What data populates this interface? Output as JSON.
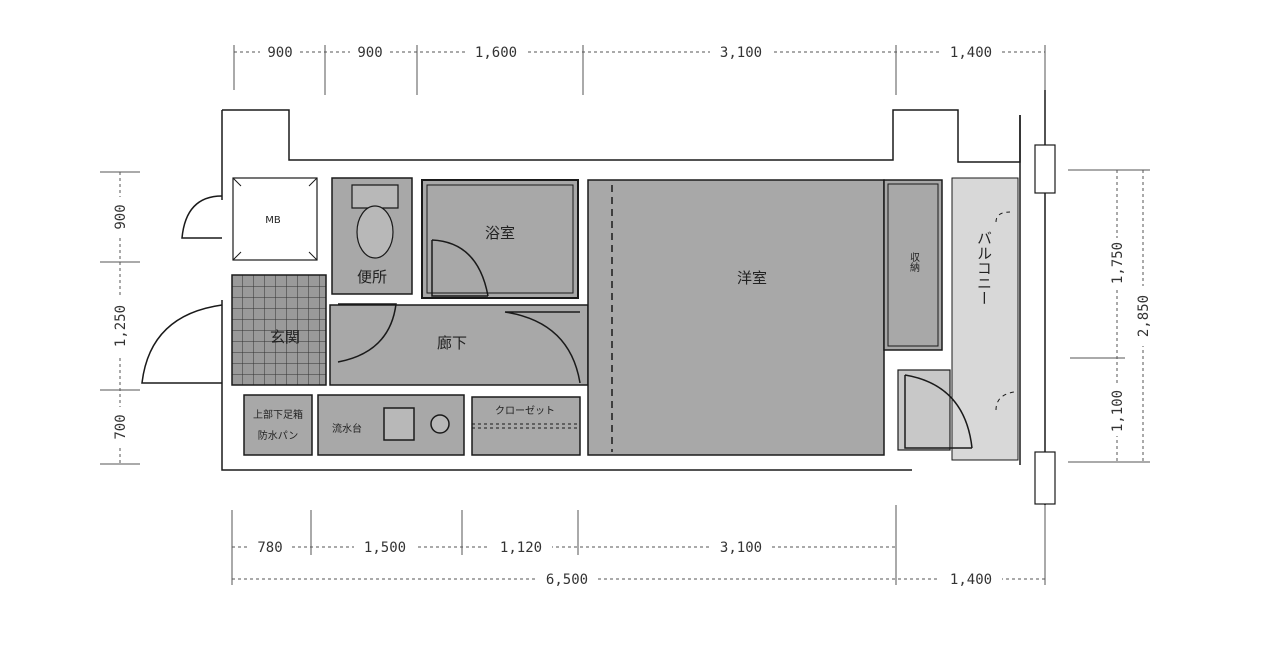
{
  "dimensions": {
    "top": [
      "900",
      "900",
      "1,600",
      "3,100",
      "1,400"
    ],
    "bottom": [
      "780",
      "1,500",
      "1,120",
      "3,100"
    ],
    "bottom_total": "6,500",
    "bottom_balcony": "1,400",
    "left": [
      "900",
      "1,250",
      "700"
    ],
    "right": [
      "1,750",
      "1,100"
    ],
    "right_total": "2,850"
  },
  "rooms": {
    "mb": "MB",
    "toilet": "便所",
    "bath": "浴室",
    "western": "洋室",
    "storage": "収納",
    "balcony": "バルコニー",
    "entrance": "玄関",
    "hallway": "廊下",
    "washer_line1": "上部下足箱",
    "washer_line2": "防水パン",
    "sink": "流水台",
    "closet": "クローゼット"
  },
  "colors": {
    "room_fill": "#a8a8a8",
    "wall": "#ffffff",
    "line": "#1a1a1a",
    "balcony_fill": "#d8d8d8"
  }
}
